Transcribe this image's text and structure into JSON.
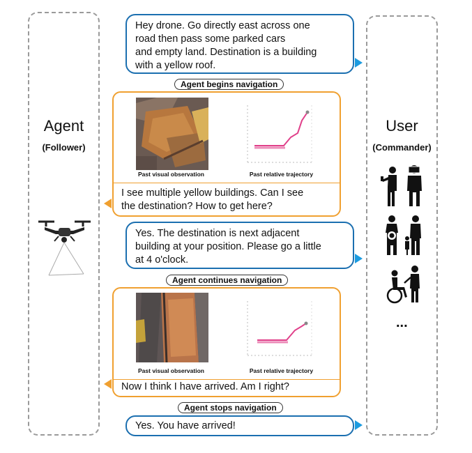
{
  "agent": {
    "title": "Agent",
    "subtitle": "(Follower)"
  },
  "user": {
    "title": "User",
    "subtitle": "(Commander)",
    "more": "..."
  },
  "messages": {
    "user_1": [
      "Hey drone. Go directly east across one",
      "road then pass some parked cars",
      "and empty land. Destination is a building",
      "with a yellow roof."
    ],
    "agent_1": [
      "I see multiple yellow buildings. Can I see",
      "the destination? How to get here?"
    ],
    "user_2": [
      "Yes. The destination is next adjacent",
      "building at your position. Please go a little",
      "at 4 o'clock."
    ],
    "agent_2": [
      "Now I think I have arrived. Am I right?"
    ],
    "user_3": [
      "Yes. You have arrived!"
    ]
  },
  "stages": {
    "begin": "Agent begins navigation",
    "continue": "Agent continues navigation",
    "stop": "Agent stops navigation"
  },
  "captions": {
    "obs": "Past visual observation",
    "traj": "Past relative trajectory"
  },
  "colors": {
    "user_bubble": "#1b6fb0",
    "agent_bubble": "#f0a030",
    "trajectory_path": "#e0408a",
    "arrow_blue": "#1b9be0"
  },
  "icons": {
    "drone": "drone-icon",
    "people": [
      "person-with-phone-icon",
      "person-with-camera-icon",
      "pregnant-woman-icon",
      "parent-and-child-icon",
      "wheelchair-user-icon"
    ]
  }
}
